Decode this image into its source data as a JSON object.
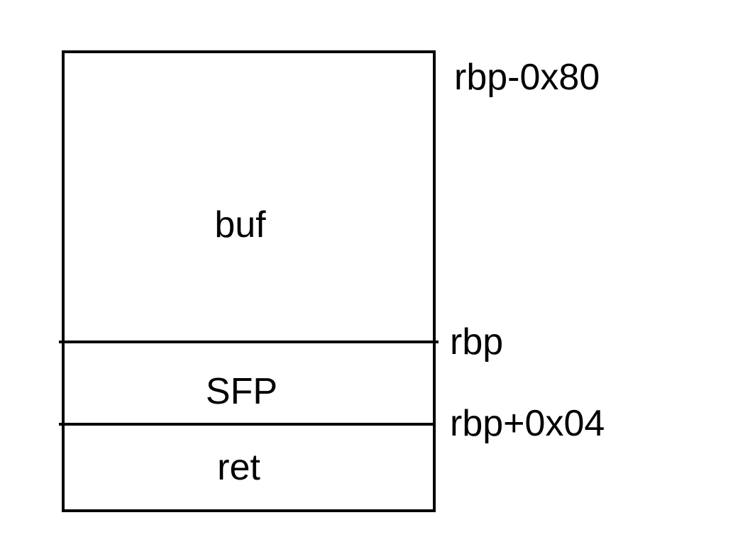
{
  "diagram": {
    "cells": {
      "buf": "buf",
      "sfp": "SFP",
      "ret": "ret"
    },
    "labels": {
      "top": "rbp-0x80",
      "rbp": "rbp",
      "rbp_plus": "rbp+0x04"
    },
    "colors": {
      "line": "#000000",
      "background": "#ffffff"
    }
  }
}
